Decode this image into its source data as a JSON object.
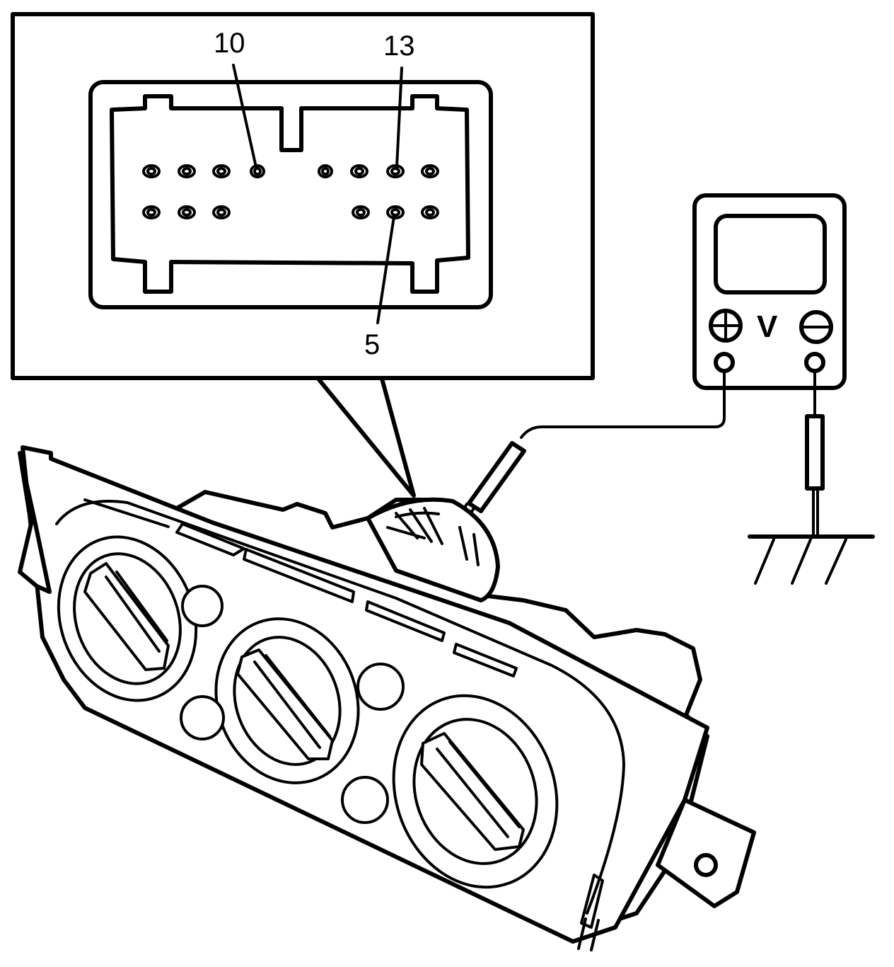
{
  "diagram": {
    "pin_labels": {
      "pin_10": "10",
      "pin_13": "13",
      "pin_5": "5"
    },
    "meter": {
      "unit_label": "V",
      "positive_symbol": "plus-circle-icon",
      "negative_symbol": "minus-circle-icon"
    },
    "ground_symbol": "ground-icon"
  }
}
